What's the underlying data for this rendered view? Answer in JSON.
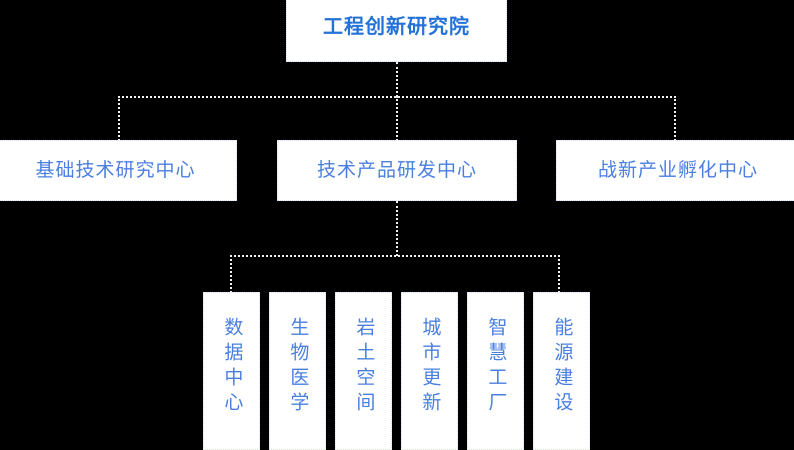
{
  "diagram": {
    "title_text": "工程创新研究院",
    "background_color": "#000000",
    "box_color": "#ffffff",
    "root_text_color": "#2272d8",
    "node_text_color": "#4a7fe0",
    "connector_color": "#f2f2f2",
    "root": {
      "label": "工程创新研究院"
    },
    "level2": [
      {
        "label": "基础技术研究中心"
      },
      {
        "label": "技术产品研发中心"
      },
      {
        "label": "战新产业孵化中心"
      }
    ],
    "level3": [
      {
        "label": "数据中心"
      },
      {
        "label": "生物医学"
      },
      {
        "label": "岩土空间"
      },
      {
        "label": "城市更新"
      },
      {
        "label": "智慧工厂"
      },
      {
        "label": "能源建设"
      }
    ]
  }
}
